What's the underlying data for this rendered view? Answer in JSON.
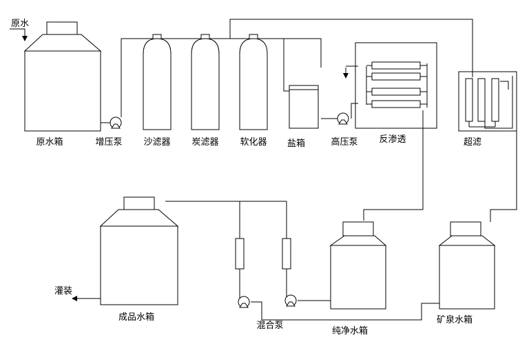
{
  "labels": {
    "raw_water_in": "原水",
    "raw_water_tank": "原水箱",
    "booster_pump": "增压泵",
    "sand_filter": "沙滤器",
    "carbon_filter": "炭滤器",
    "softener": "软化器",
    "salt_tank": "盐箱",
    "high_pressure_pump": "高压泵",
    "reverse_osmosis": "反渗透",
    "ultrafiltration": "超滤",
    "product_tank": "成品水箱",
    "mixing_pump": "混合泵",
    "pure_water_tank": "纯净水箱",
    "mineral_water_tank": "矿泉水箱",
    "filling": "灌装"
  }
}
